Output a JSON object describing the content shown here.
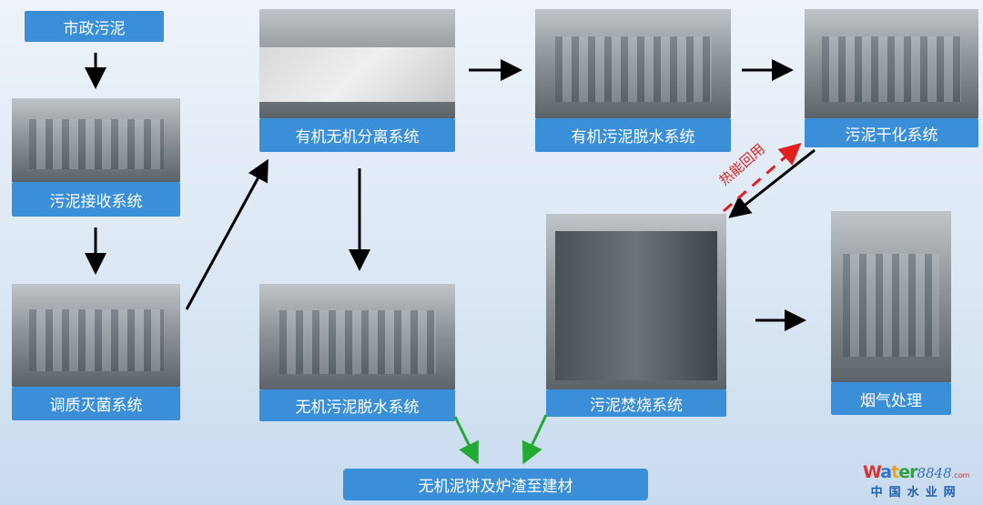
{
  "nodes": {
    "municipal_sludge": "市政污泥",
    "receiving": "污泥接收系统",
    "conditioning": "调质灭菌系统",
    "separation": "有机无机分离系统",
    "organic_dewatering": "有机污泥脱水系统",
    "drying": "污泥干化系统",
    "inorganic_dewatering": "无机污泥脱水系统",
    "incineration": "污泥焚烧系统",
    "flue_gas": "烟气处理",
    "building_materials": "无机泥饼及炉渣至建材"
  },
  "heat_recovery_label": "热能回用",
  "watermark": {
    "brand": "Water",
    "number": "8848",
    "suffix": ".com",
    "chinese": "中国水业网"
  },
  "colors": {
    "label_bg": "#3a8fd8",
    "arrow": "#000000",
    "green_arrow": "#22aa33",
    "heat_arrow": "#e02020"
  }
}
